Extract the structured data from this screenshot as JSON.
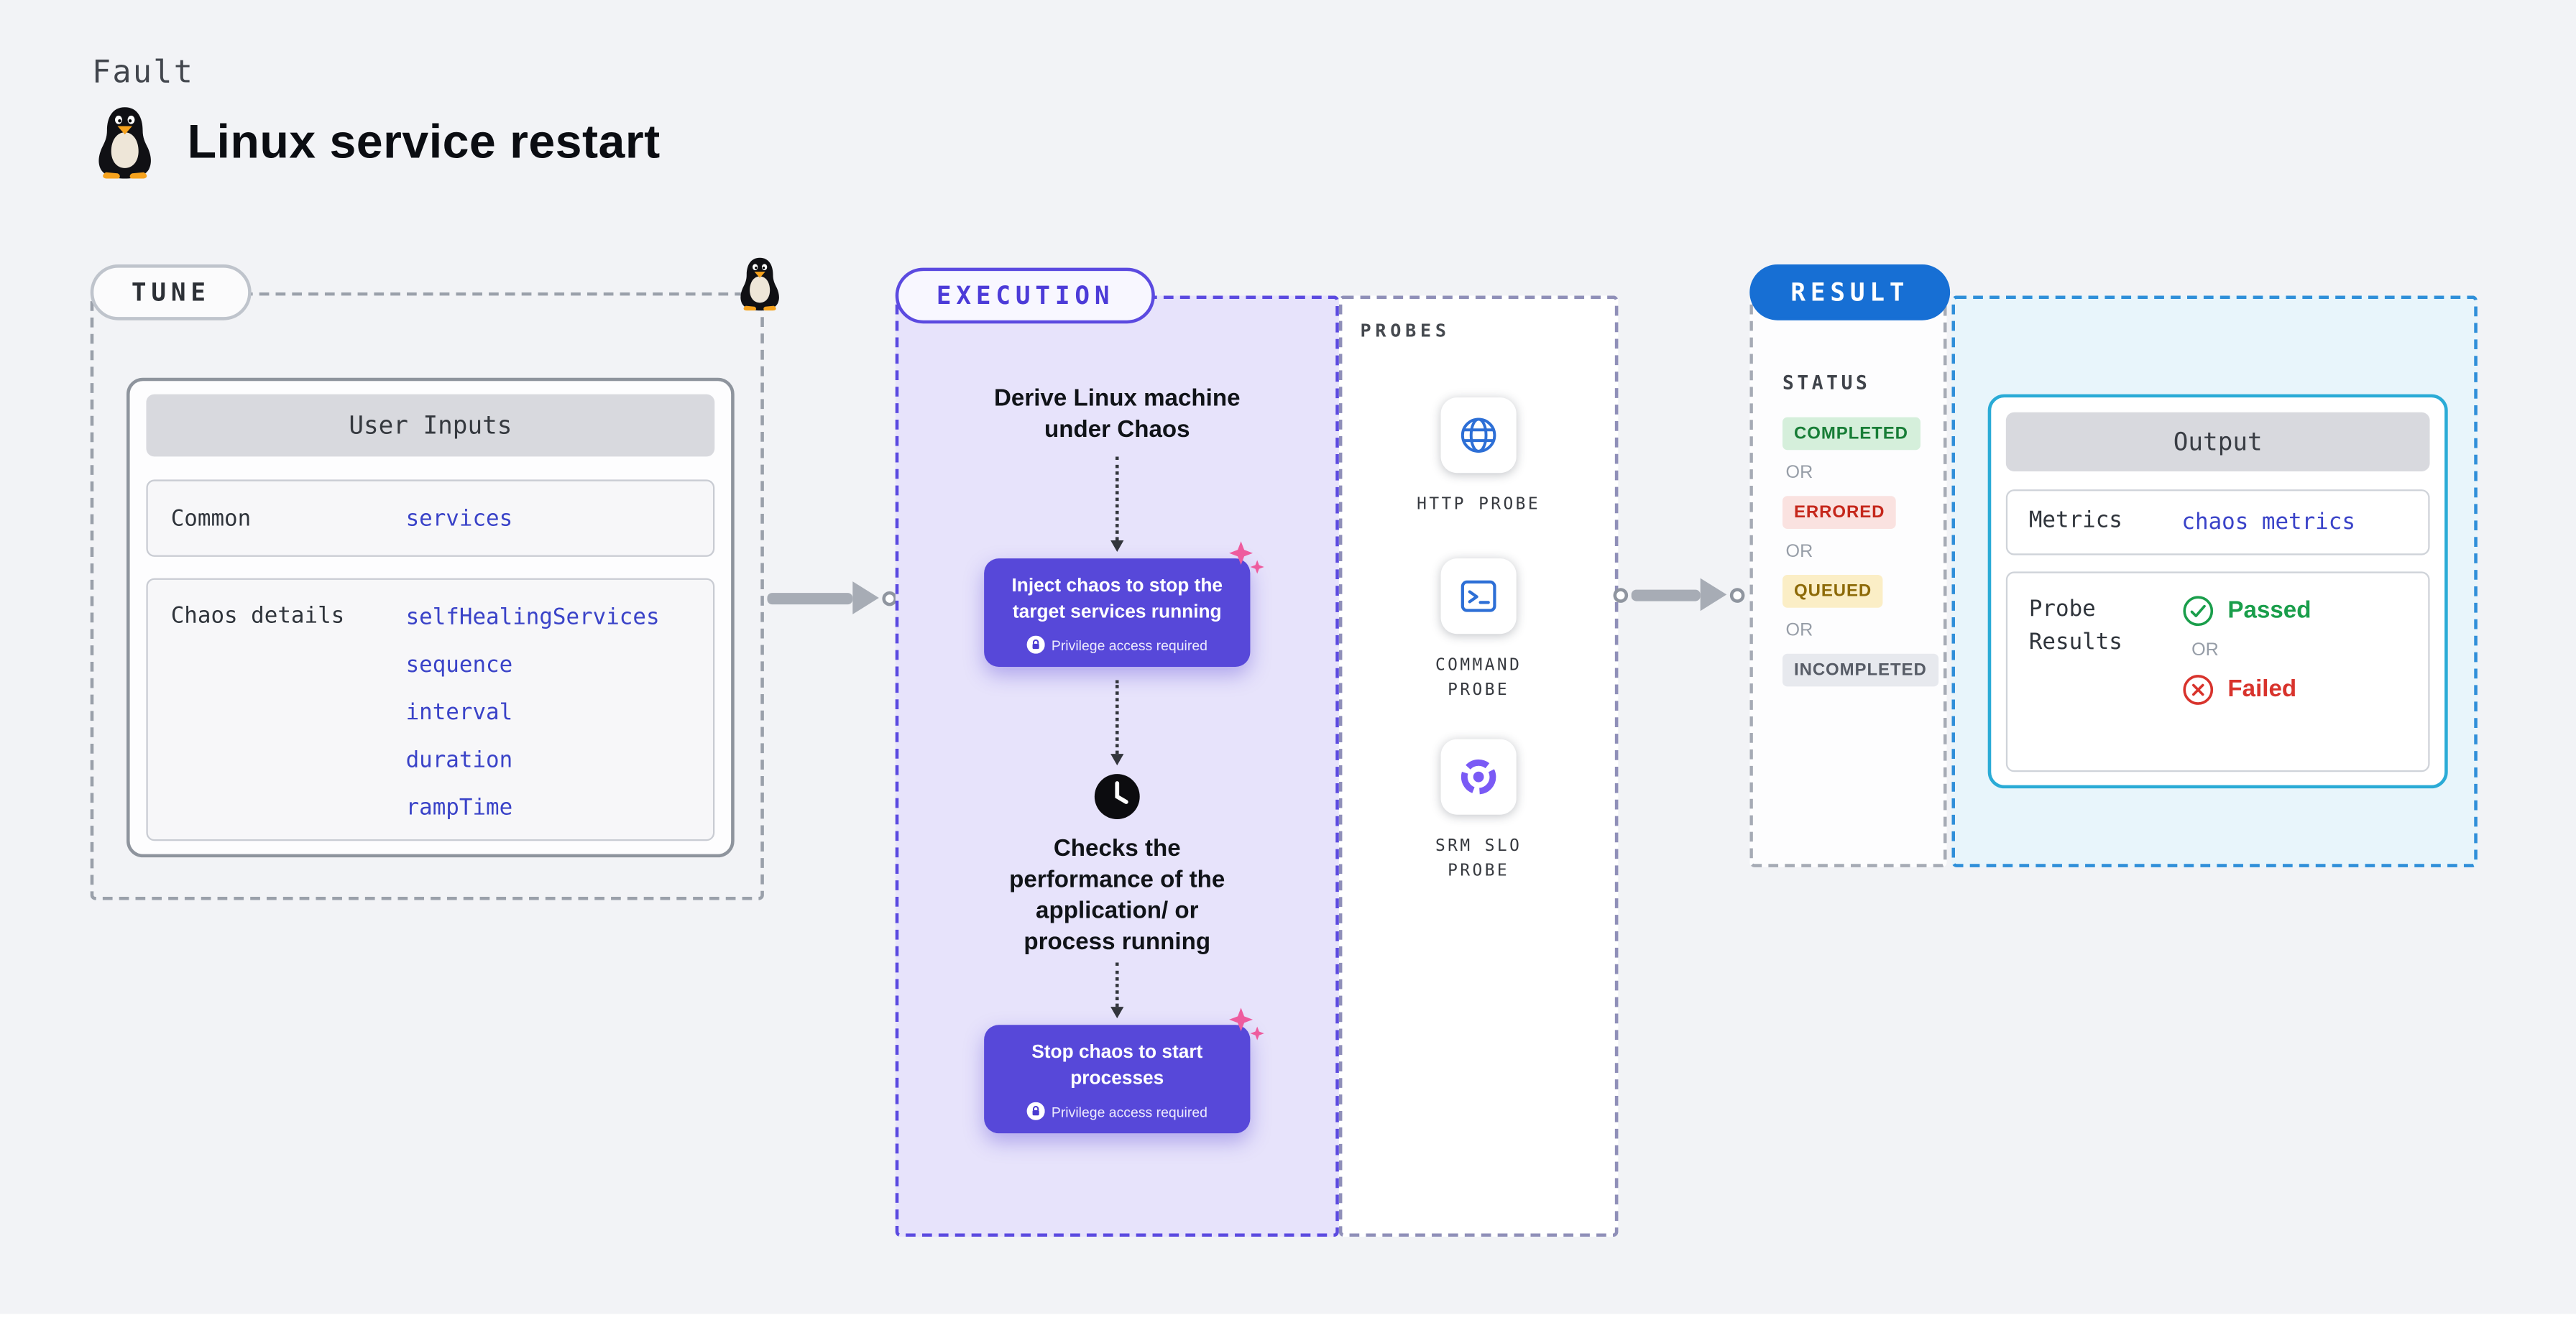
{
  "colors": {
    "page_background": "#F2F3F6",
    "accent_purple": "#5748D9",
    "execution_background": "#E7E3FB",
    "result_pill_blue": "#176FD4",
    "output_border_cyan": "#2AABD6",
    "value_blue": "#3A43C8",
    "success_green": "#1A9E4B",
    "error_red": "#D8332C",
    "sparkle_pink": "#EE5C9E"
  },
  "icons": {
    "fault": "tux-penguin",
    "http_probe": "globe",
    "command_probe": "terminal",
    "srm_slo_probe": "pie-chart",
    "wait": "clock",
    "privilege": "lock",
    "decoration": "sparkle",
    "passed": "check-circle",
    "failed": "x-circle"
  },
  "header": {
    "kicker": "Fault",
    "title": "Linux service restart"
  },
  "tune": {
    "label": "TUNE",
    "user_inputs": {
      "header": "User Inputs",
      "rows": [
        {
          "label": "Common",
          "values": [
            "services"
          ]
        },
        {
          "label": "Chaos details",
          "values": [
            "selfHealingServices",
            "sequence",
            "interval",
            "duration",
            "rampTime"
          ]
        }
      ]
    }
  },
  "execution": {
    "label": "EXECUTION",
    "steps": {
      "derive": "Derive Linux machine under Chaos",
      "inject": "Inject chaos to stop the target services running",
      "inject_note": "Privilege access required",
      "checks": "Checks the performance of the application/ or process running",
      "stop": "Stop chaos to start processes",
      "stop_note": "Privilege access required"
    }
  },
  "probes": {
    "label": "PROBES",
    "items": [
      {
        "name": "HTTP PROBE",
        "icon": "globe-icon"
      },
      {
        "name": "COMMAND PROBE",
        "icon": "terminal-icon"
      },
      {
        "name": "SRM SLO PROBE",
        "icon": "pie-chart-icon"
      }
    ]
  },
  "result": {
    "label": "RESULT",
    "status": {
      "label": "STATUS",
      "separator": "OR",
      "badges": [
        {
          "text": "COMPLETED",
          "tone": "success"
        },
        {
          "text": "ERRORED",
          "tone": "error"
        },
        {
          "text": "QUEUED",
          "tone": "warning"
        },
        {
          "text": "INCOMPLETED",
          "tone": "neutral"
        }
      ]
    },
    "output": {
      "header": "Output",
      "metrics_label": "Metrics",
      "metrics_value": "chaos metrics",
      "probe_results_label": "Probe Results",
      "passed": "Passed",
      "separator": "OR",
      "failed": "Failed"
    }
  }
}
